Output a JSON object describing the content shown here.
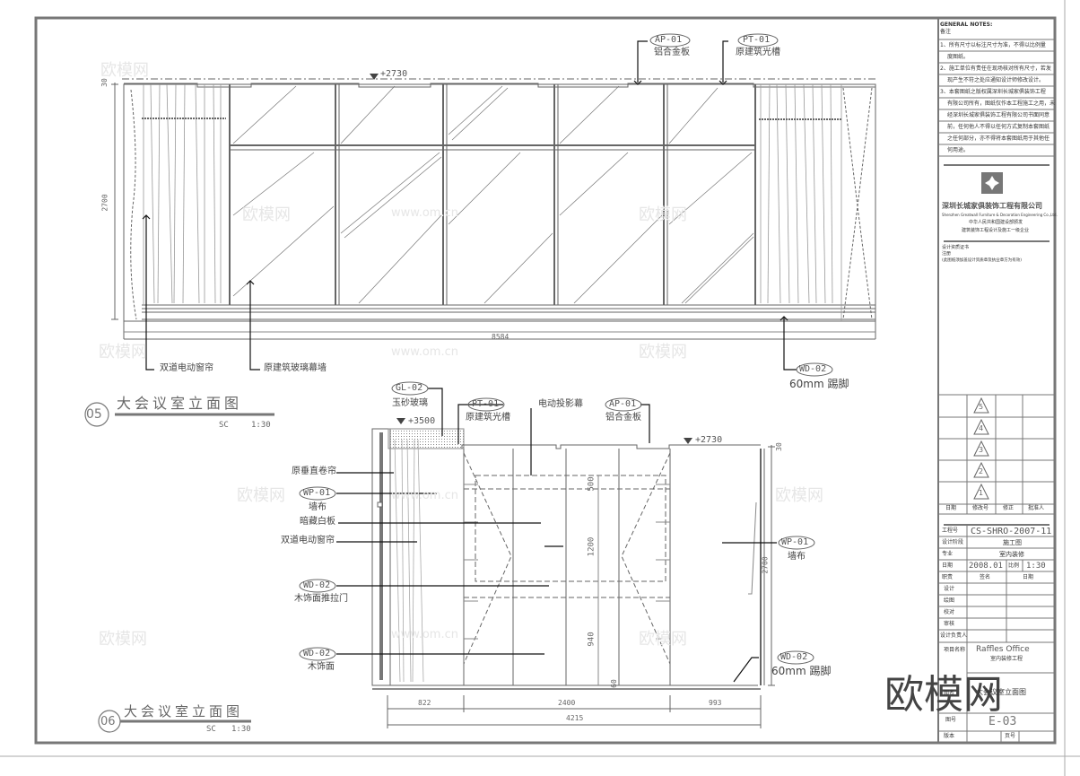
{
  "sheet": {
    "border_color": "#777777",
    "line_color": "#666666",
    "leader_color": "#111111"
  },
  "elevation_05": {
    "number": "05",
    "title": "大会议室立面图",
    "scale_label": "SC",
    "scale": "1:30",
    "level_mark": "+2730",
    "dim_height": "2700",
    "dim_top": "30",
    "dim_width": "8584",
    "callouts": [
      {
        "code": "AP-01",
        "text": "铝合金板"
      },
      {
        "code": "PT-01",
        "text": "原建筑光槽"
      },
      {
        "code": "WD-02",
        "text": "60mm 踢脚"
      }
    ],
    "labels": [
      {
        "text": "双道电动窗帘"
      },
      {
        "text": "原建筑玻璃幕墙"
      }
    ]
  },
  "elevation_06": {
    "number": "06",
    "title": "大会议室立面图",
    "scale_label": "SC",
    "scale": "1:30",
    "level_mark_high": "+3500",
    "level_mark_low": "+2730",
    "dim_height": "2700",
    "dim_top": "30",
    "dim_500": "500",
    "dim_1200": "1200",
    "dim_940": "940",
    "dim_60": "60",
    "dims_bottom": [
      "822",
      "2400",
      "993"
    ],
    "dim_total": "4215",
    "callouts": [
      {
        "code": "GL-02",
        "text": "玉砂玻璃"
      },
      {
        "code": "PT-01",
        "text": "原建筑光槽"
      },
      {
        "code": "AP-01",
        "text": "铝合金板"
      },
      {
        "code": "WP-01",
        "text": "墙布"
      },
      {
        "code": "WD-02",
        "text": "木饰面推拉门"
      },
      {
        "code": "WD-02",
        "text": "木饰面"
      },
      {
        "code": "WP-01",
        "text": "墙布"
      },
      {
        "code": "WD-02",
        "text": "60mm 踢脚"
      }
    ],
    "labels": [
      {
        "text": "电动投影幕"
      },
      {
        "text": "原垂直卷帘"
      },
      {
        "text": "暗藏白板"
      },
      {
        "text": "双道电动窗帘"
      }
    ]
  },
  "title_block": {
    "notes_header": "GENERAL NOTES:",
    "notes_sub": "备注",
    "notes": [
      "1、所有尺寸以标注尺寸为准，不得以比例量",
      "度图纸。",
      "2、施工单位有责任在现场核对所有尺寸，若发",
      "现产生不符之处应通知设计师修改设计。",
      "3、本套图纸之版权属深圳长城家俱装饰工程",
      "有限公司所有，图纸仅作本工程施工之用，未",
      "经深圳长城家俱装饰工程有限公司书面同意",
      "前，任何他人不得以任何方式复制本套图纸",
      "之任何部分，亦不得将本套图纸用于其他任",
      "何用途。"
    ],
    "company_cn": "深圳长城家俱装饰工程有限公司",
    "company_en": "Shenzhen Greatwall Furniture & Decoration Engineering Co.,Ltd.",
    "company_line1": "中华人民共和国建设部颁发",
    "company_line2": "建筑装饰工程设计及施工一级企业",
    "stamp_label": "设计资质证书",
    "stamp_sub": "注册",
    "stamp_text": "(此图纸须加盖设计资质章及执业章方为有效)",
    "revisions": [
      "5",
      "4",
      "3",
      "2",
      "1"
    ],
    "rev_headers": [
      "日期",
      "修改号",
      "修正",
      "批准人"
    ],
    "project_no_label": "工程号",
    "project_no": "CS-SHRO-2007-11",
    "stage_label": "设计阶段",
    "stage": "施工图",
    "discipline_label": "专业",
    "discipline": "室内装修",
    "date_label": "日期",
    "date": "2008.01",
    "scale_label": "比例",
    "scale": "1:30",
    "role_headers": [
      "职责",
      "签名",
      "日期"
    ],
    "roles": [
      "设计",
      "绘图",
      "校对",
      "审核",
      "设计负责人"
    ],
    "project_label": "项目名称",
    "project_name": "Raffles Office",
    "project_sub": "室内装修工程",
    "drawing_label": "图名",
    "drawing_name": "大会议室立面图",
    "sheet_label": "图号",
    "sheet_no": "E-03",
    "version_label": "版本",
    "page_label": "页号"
  },
  "watermarks": {
    "small": "欧模网",
    "url": "www.om.cn",
    "big": "欧模网"
  }
}
